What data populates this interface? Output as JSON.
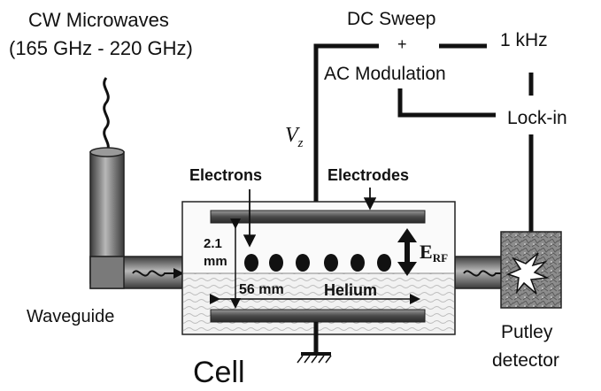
{
  "labels": {
    "microwaves_line1": "CW Microwaves",
    "microwaves_line2": "(165 GHz - 220 GHz)",
    "dc_sweep": "DC Sweep",
    "plus": "+",
    "ac_modulation": "AC Modulation",
    "freq": "1 kHz",
    "lockin": "Lock-in",
    "vz_main": "V",
    "vz_sub": "z",
    "electrons": "Electrons",
    "electrodes": "Electrodes",
    "gap_line1": "2.1",
    "gap_line2": "mm",
    "erf_main": "E",
    "erf_sub": "RF",
    "width": "56 mm",
    "helium": "Helium",
    "waveguide": "Waveguide",
    "cell": "Cell",
    "putley_line1": "Putley",
    "putley_line2": "detector"
  },
  "colors": {
    "line": "#111111",
    "waveguide_fill": "#6f6f6f",
    "electrode_fill": "#5a5a5a",
    "helium_fill": "#e8e8e8",
    "detector_fill": "#8a8a8a"
  }
}
